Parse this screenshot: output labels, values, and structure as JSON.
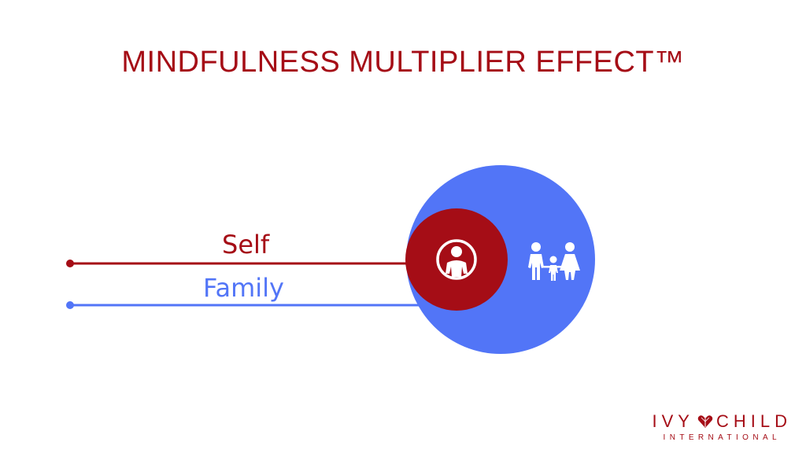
{
  "title": "MINDFULNESS MULTIPLIER EFFECT™",
  "colors": {
    "self": "#a50d16",
    "family": "#5275f7",
    "icon": "#ffffff",
    "logo": "#a50d16"
  },
  "labels": {
    "self": "Self",
    "family": "Family"
  },
  "icons": {
    "self": "person-icon",
    "family": "family-icon"
  },
  "logo": {
    "left_word": "IVY",
    "right_word": "CHILD",
    "subtitle": "INTERNATIONAL",
    "mark": "heart-icon"
  }
}
